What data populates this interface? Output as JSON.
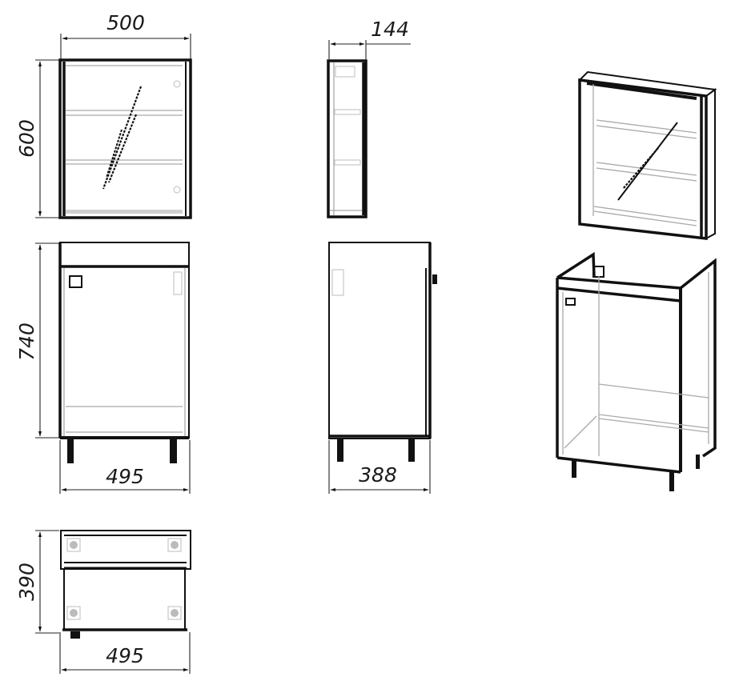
{
  "drawing": {
    "subject": "Bathroom vanity cabinet with mirror cabinet",
    "units": "mm",
    "views": {
      "mirror_front": {
        "width_label": "500",
        "height_label": "600"
      },
      "mirror_side": {
        "depth_label": "144"
      },
      "vanity_front": {
        "height_label": "740",
        "width_label": "495"
      },
      "vanity_side": {
        "depth_label": "388"
      },
      "vanity_top": {
        "depth_label": "390",
        "width_label": "495"
      },
      "isometric": {
        "label": ""
      }
    }
  }
}
